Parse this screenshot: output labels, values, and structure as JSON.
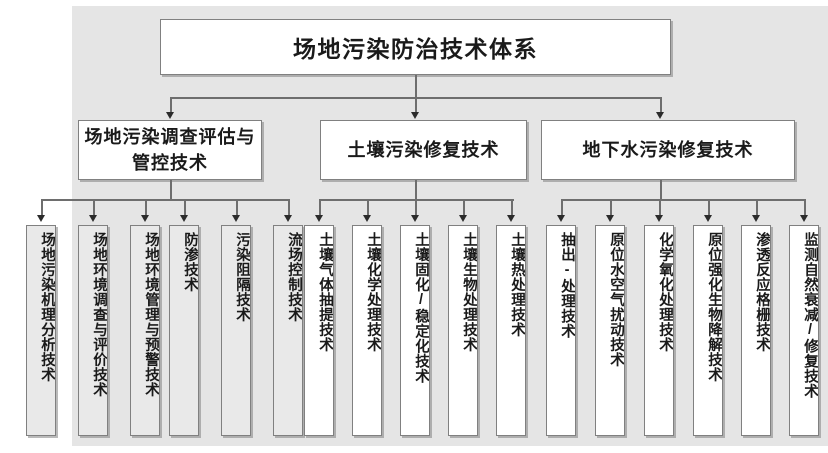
{
  "diagram": {
    "title": "场地污染防治技术体系",
    "type": "hierarchy-tree",
    "colors": {
      "plate_background": "#e5e5e5",
      "box_border": "#808080",
      "box_fill_white": "#ffffff",
      "box_fill_gray": "#e9e9e9",
      "connector": "#6e6e6e",
      "text": "#1a1a1a"
    },
    "root": {
      "label": "场地污染防治技术体系"
    },
    "branches": [
      {
        "id": "investigation",
        "label": "场地污染调查评估与管控技术",
        "leaves": [
          {
            "label": "场地污染机理分析技术",
            "fill": "gray"
          },
          {
            "label": "场地环境调查与评价技术",
            "fill": "gray"
          },
          {
            "label": "场地环境管理与预警技术",
            "fill": "gray"
          },
          {
            "label": "防渗技术",
            "fill": "gray"
          },
          {
            "label": "污染阻隔技术",
            "fill": "gray"
          },
          {
            "label": "流场控制技术",
            "fill": "gray"
          }
        ]
      },
      {
        "id": "soil",
        "label": "土壤污染修复技术",
        "leaves": [
          {
            "label": "土壤气体抽提技术",
            "fill": "white"
          },
          {
            "label": "土壤化学处理技术",
            "fill": "white"
          },
          {
            "label": "土壤固化/稳定化技术",
            "fill": "white"
          },
          {
            "label": "土壤生物处理技术",
            "fill": "white"
          },
          {
            "label": "土壤热处理技术",
            "fill": "white"
          }
        ]
      },
      {
        "id": "groundwater",
        "label": "地下水污染修复技术",
        "leaves": [
          {
            "label": "抽出-处理技术",
            "fill": "white"
          },
          {
            "label": "原位水空气扰动技术",
            "fill": "white"
          },
          {
            "label": "化学氧化处理技术",
            "fill": "white"
          },
          {
            "label": "原位强化生物降解技术",
            "fill": "white"
          },
          {
            "label": "渗透反应格栅技术",
            "fill": "white"
          },
          {
            "label": "监测自然衰减/修复技术",
            "fill": "white"
          }
        ]
      }
    ]
  }
}
